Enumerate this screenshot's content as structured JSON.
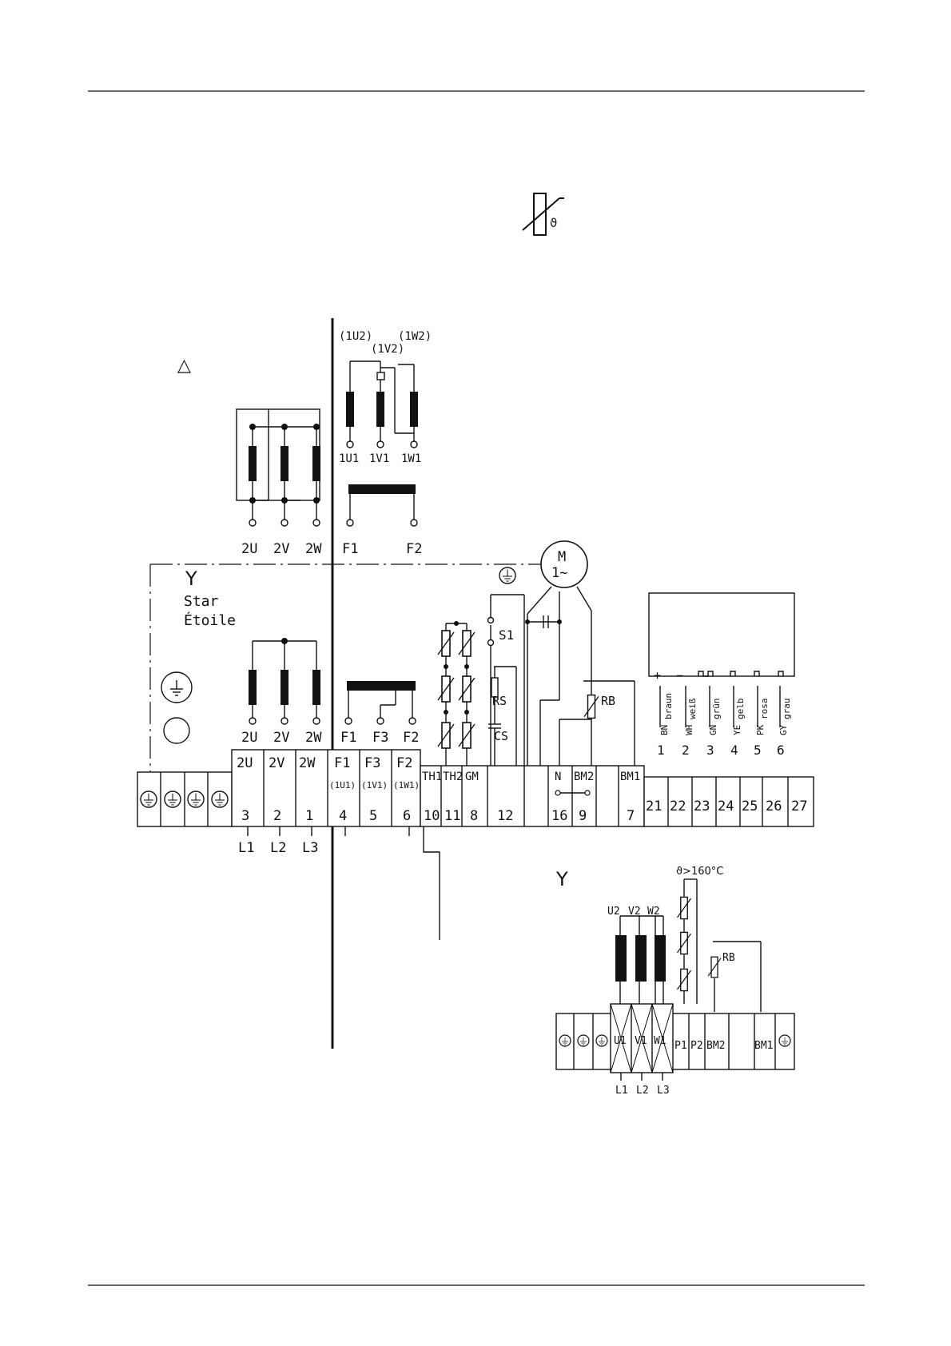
{
  "symbols": {
    "ptc_thermistor_theta": "ϑ",
    "delta": "△",
    "star": "Y",
    "earth_icon": "earth-ground"
  },
  "delta_section": {
    "top_coil_labels": [
      "(1U2)",
      "(1V2)",
      "(1W2)"
    ],
    "bottom_coil_labels": [
      "1U1",
      "1V1",
      "1W1"
    ],
    "terminals": [
      "2U",
      "2V",
      "2W",
      "F1",
      "F2"
    ]
  },
  "motor": {
    "label": "M",
    "phase": "1~"
  },
  "star_section": {
    "title_en": "Star",
    "title_fr": "Étoile",
    "terminals": [
      "2U",
      "2V",
      "2W",
      "F1",
      "F3",
      "F2"
    ]
  },
  "switch": {
    "s1": "S1",
    "rs": "RS",
    "cs": "CS",
    "rb": "RB"
  },
  "terminal_block": {
    "top_labels": [
      "2U",
      "2V",
      "2W",
      "F1",
      "F3",
      "F2",
      "TH1",
      "TH2",
      "GM",
      "N",
      "BM2",
      "BM1"
    ],
    "sub_labels": [
      "(1U1)",
      "(1V1)",
      "(1W1)"
    ],
    "numbers": [
      "3",
      "2",
      "1",
      "4",
      "5",
      "6",
      "10",
      "11",
      "8",
      "12",
      "16",
      "9",
      "7",
      "21",
      "22",
      "23",
      "24",
      "25",
      "26",
      "27"
    ],
    "lines": [
      "L1",
      "L2",
      "L3"
    ]
  },
  "wire_colors": {
    "codes": [
      "BN",
      "WH",
      "GN",
      "YE",
      "PK",
      "GY"
    ],
    "names_de": [
      "braun",
      "weiß",
      "grün",
      "gelb",
      "rosa",
      "grau"
    ],
    "numbers": [
      "1",
      "2",
      "3",
      "4",
      "5",
      "6"
    ]
  },
  "sensor_box": {
    "signs": [
      "+",
      "−"
    ]
  },
  "star_detail": {
    "temp_label": "ϑ>160°C",
    "coil_labels": [
      "U2",
      "V2",
      "W2"
    ],
    "rb": "RB",
    "terminals": [
      "U1",
      "V1",
      "W1",
      "P1",
      "P2",
      "BM2",
      "BM1"
    ],
    "lines": [
      "L1",
      "L2",
      "L3"
    ]
  }
}
